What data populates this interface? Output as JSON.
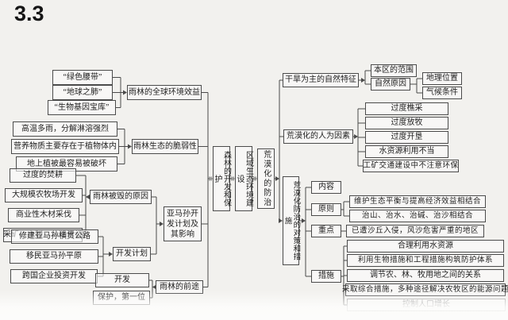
{
  "title": "3.3",
  "colors": {
    "background": "#f2f1ee",
    "line": "#4a4a4a",
    "box_border": "#4b4b4b",
    "text": "#222222"
  },
  "center": {
    "forest": "森林的开发和保护",
    "regional": "区域生态环境建设",
    "desert": "荒漠化的防治"
  },
  "forest_branch": {
    "benefits": {
      "items": [
        "“绿色腰带”",
        "“地球之肺”",
        "“生物基因宝库”"
      ],
      "label": "雨林的全球环境效益"
    },
    "fragility": {
      "items": [
        "高温多雨，分解淋溶强烈",
        "营养物质主要存在于植物体内",
        "地上植被最容易被破坏"
      ],
      "label": "雨林生态的脆弱性"
    },
    "destruction": {
      "items": [
        "过度的焚耕",
        "大规模农牧场开发",
        "商业性木材采伐",
        "采矿、水利、公路建设"
      ],
      "label": "雨林被毁的原因"
    },
    "development": {
      "items": [
        "修建亚马孙横贯公路",
        "移民亚马孙平原",
        "跨国企业投资开发"
      ],
      "label": "开发计划"
    },
    "amazon": "亚马孙开发计划及其影响",
    "future": {
      "items": [
        "开发",
        "保护，第一位"
      ],
      "label": "雨林的前途"
    }
  },
  "desert_branch": {
    "natural": {
      "label": "干旱为主的自然特征",
      "scope": "本区的范围",
      "cause": "自然原因",
      "cause_items": [
        "地理位置",
        "气候条件"
      ]
    },
    "human": {
      "label": "荒漠化的人为因素",
      "items": [
        "过度樵采",
        "过度放牧",
        "过度开垦",
        "水资源利用不当",
        "工矿交通建设中不注意环保"
      ]
    },
    "strategy": {
      "label": "荒漠化防治的对策和措施",
      "content_label": "内容",
      "principle_label": "原则",
      "principle_items": [
        "维护生态平衡与提高经济效益相结合",
        "治山、治水、治碱、治沙相结合"
      ],
      "focus_label": "重点",
      "focus_items": [
        "已遭沙丘入侵，风沙危害严重的地区"
      ],
      "measures_label": "措施",
      "measures_items": [
        "合理利用水资源",
        "利用生物措施和工程措施构筑防护体系",
        "调节农、林、牧用地之间的关系",
        "采取综合措施，多种途径解决农牧区的能源问题",
        "控制人口增长"
      ]
    }
  }
}
